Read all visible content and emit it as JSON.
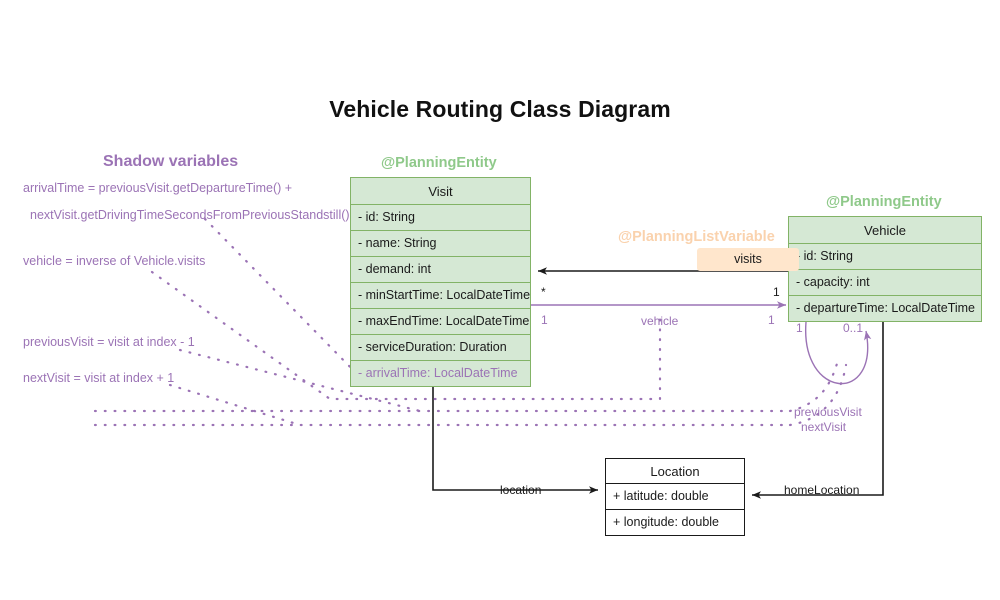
{
  "title": "Vehicle Routing Class Diagram",
  "sections": {
    "shadow_variables_title": "Shadow variables",
    "shadow_notes": [
      "arrivalTime = previousVisit.getDepartureTime() +",
      "nextVisit.getDrivingTimeSecondsFromPreviousStandstill()",
      "vehicle = inverse of Vehicle.visits",
      "previousVisit = visit at index - 1",
      "nextVisit = visit at index + 1"
    ],
    "shadow_endpoint_labels": [
      "previousVisit",
      "nextVisit"
    ]
  },
  "classes": {
    "visit": {
      "stereotype": "@PlanningEntity",
      "name": "Visit",
      "attributes": [
        {
          "text": "- id: String",
          "shadow": false
        },
        {
          "text": "- name: String",
          "shadow": false
        },
        {
          "text": "- demand: int",
          "shadow": false
        },
        {
          "text": "- minStartTime: LocalDateTime",
          "shadow": false
        },
        {
          "text": "- maxEndTime: LocalDateTime",
          "shadow": false
        },
        {
          "text": "- serviceDuration: Duration",
          "shadow": false
        },
        {
          "text": "- arrivalTime: LocalDateTime",
          "shadow": true
        }
      ]
    },
    "vehicle": {
      "stereotype": "@PlanningEntity",
      "name": "Vehicle",
      "attributes": [
        {
          "text": "- id: String",
          "shadow": false
        },
        {
          "text": "- capacity: int",
          "shadow": false
        },
        {
          "text": "- departureTime: LocalDateTime",
          "shadow": false
        }
      ]
    },
    "location": {
      "name": "Location",
      "attributes": [
        {
          "text": "+ latitude: double",
          "shadow": false
        },
        {
          "text": "+ longitude: double",
          "shadow": false
        }
      ]
    }
  },
  "relations": {
    "visits": {
      "stereotype": "@PlanningListVariable",
      "label": "visits",
      "source_multiplicity": "1",
      "target_multiplicity": "*"
    },
    "vehicle": {
      "label": "vehicle",
      "source_multiplicity": "1",
      "target_multiplicity": "1"
    },
    "vehicle_self": {
      "left_multiplicity": "1",
      "right_multiplicity": "0..1"
    },
    "location": {
      "label": "location"
    },
    "home_location": {
      "label": "homeLocation"
    }
  },
  "colors": {
    "class_fill": "#d5e8d4",
    "class_stroke": "#82b366",
    "stereotype_green": "#8fc98a",
    "stereotype_orange": "#fad2ad",
    "shadow_purple": "#9b73b5",
    "badge_fill": "#ffe6cc",
    "line_black": "#1a1a1a"
  }
}
